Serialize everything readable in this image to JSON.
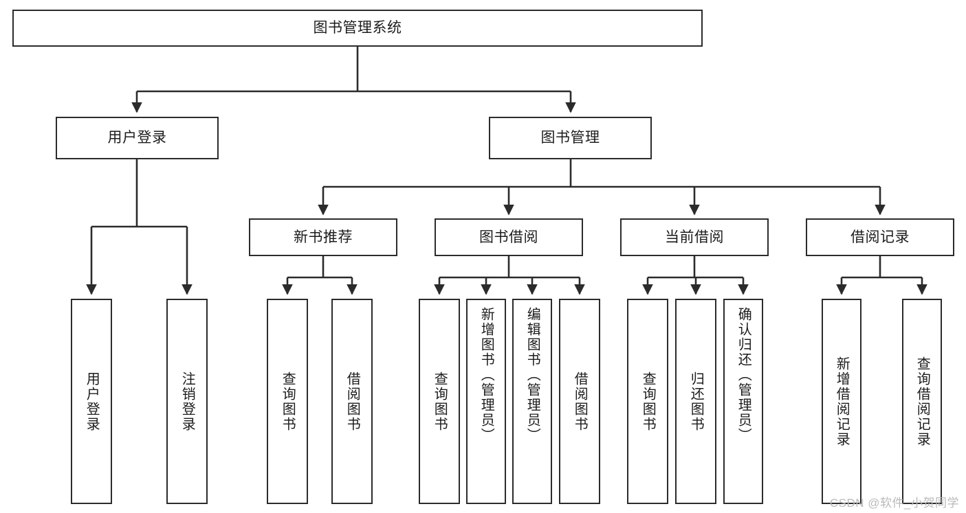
{
  "diagram": {
    "title": "图书管理系统",
    "root": {
      "label": "图书管理系统"
    },
    "level2": [
      {
        "label": "用户登录"
      },
      {
        "label": "图书管理"
      }
    ],
    "level3": [
      {
        "label": "新书推荐"
      },
      {
        "label": "图书借阅"
      },
      {
        "label": "当前借阅"
      },
      {
        "label": "借阅记录"
      }
    ],
    "leaves": {
      "user_login": [
        {
          "label": "用户登录"
        },
        {
          "label": "注销登录"
        }
      ],
      "new_book_recommend": [
        {
          "label": "查询图书"
        },
        {
          "label": "借阅图书"
        }
      ],
      "book_borrow": [
        {
          "label": "查询图书"
        },
        {
          "label": "新增图书（管理员）"
        },
        {
          "label": "编辑图书（管理员）"
        },
        {
          "label": "借阅图书"
        }
      ],
      "current_borrow": [
        {
          "label": "查询图书"
        },
        {
          "label": "归还图书"
        },
        {
          "label": "确认归还（管理员）"
        }
      ],
      "borrow_record": [
        {
          "label": "新增借阅记录"
        },
        {
          "label": "查询借阅记录"
        }
      ]
    }
  },
  "watermark": {
    "text": "CSDN @软件_小贺同学"
  },
  "colors": {
    "stroke": "#2b2b2b",
    "fill": "#ffffff",
    "text": "#1c1c1c",
    "watermark": "#b9b9b9"
  }
}
